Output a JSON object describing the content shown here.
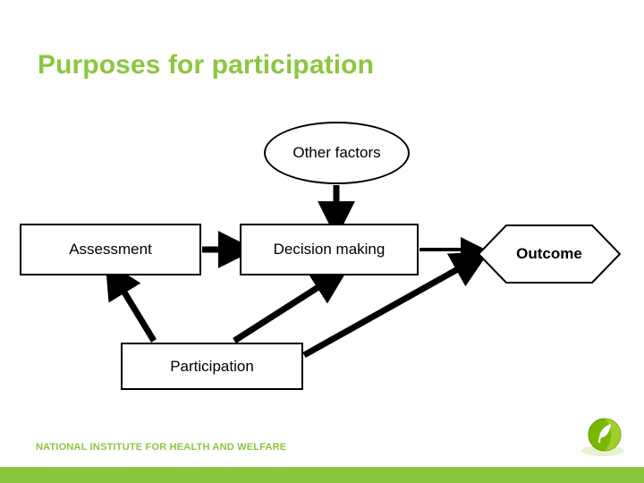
{
  "slide": {
    "title": "Purposes for participation",
    "background_color": "#ffffff",
    "accent_color": "#8cc63e"
  },
  "diagram": {
    "nodes": [
      {
        "id": "other-factors",
        "label": "Other factors",
        "shape": "ellipse"
      },
      {
        "id": "assessment",
        "label": "Assessment",
        "shape": "rectangle"
      },
      {
        "id": "decision",
        "label": "Decision making",
        "shape": "rectangle"
      },
      {
        "id": "outcome",
        "label": "Outcome",
        "shape": "hexagon"
      },
      {
        "id": "participation",
        "label": "Participation",
        "shape": "rectangle"
      }
    ],
    "edges": [
      {
        "from": "other-factors",
        "to": "decision"
      },
      {
        "from": "assessment",
        "to": "decision"
      },
      {
        "from": "decision",
        "to": "outcome"
      },
      {
        "from": "participation",
        "to": "assessment"
      },
      {
        "from": "participation",
        "to": "decision"
      },
      {
        "from": "participation",
        "to": "outcome"
      }
    ]
  },
  "footer": {
    "organization": "NATIONAL INSTITUTE FOR HEALTH AND WELFARE",
    "logo_name": "thl-leaf-globe-logo",
    "bar_color": "#8cc63e"
  }
}
